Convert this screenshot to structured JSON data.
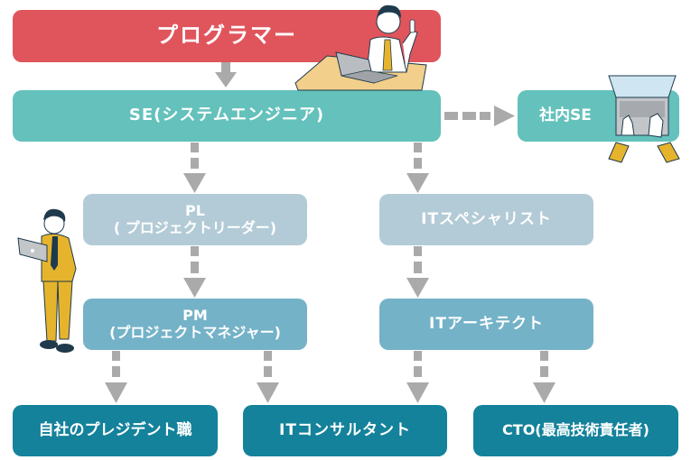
{
  "title": "ITエンジニアのキャリアパス",
  "colors": {
    "programmer": "#e0555c",
    "se": "#64c1bb",
    "pale": "#b3cbd7",
    "mid": "#74b2c8",
    "dark": "#14829b",
    "arrow": "#aaaaaa"
  },
  "nodes": {
    "programmer": {
      "label": "プログラマー"
    },
    "se": {
      "label": "SE(システムエンジニア)"
    },
    "in_house_se": {
      "label": "社内SE"
    },
    "pl": {
      "line1": "PL",
      "line2": "( プロジェクトリーダー)"
    },
    "it_specialist": {
      "label": "ITスペシャリスト"
    },
    "pm": {
      "line1": "PM",
      "line2": "(プロジェクトマネジャー)"
    },
    "it_architect": {
      "label": "ITアーキテクト"
    },
    "president": {
      "label": "自社のプレジデント職"
    },
    "it_consultant": {
      "label": "ITコンサルタント"
    },
    "cto": {
      "label": "CTO(最高技術責任者)"
    }
  },
  "edges": [
    {
      "from": "programmer",
      "to": "se",
      "style": "solid"
    },
    {
      "from": "se",
      "to": "in_house_se",
      "style": "dashed"
    },
    {
      "from": "se",
      "to": "pl",
      "style": "dashed"
    },
    {
      "from": "se",
      "to": "it_specialist",
      "style": "dashed"
    },
    {
      "from": "pl",
      "to": "pm",
      "style": "dashed"
    },
    {
      "from": "it_specialist",
      "to": "it_architect",
      "style": "dashed"
    },
    {
      "from": "pm",
      "to": "president",
      "style": "dashed"
    },
    {
      "from": "pm",
      "to": "it_consultant",
      "style": "dashed"
    },
    {
      "from": "it_architect",
      "to": "it_consultant",
      "style": "dashed"
    },
    {
      "from": "it_architect",
      "to": "cto",
      "style": "dashed"
    }
  ]
}
